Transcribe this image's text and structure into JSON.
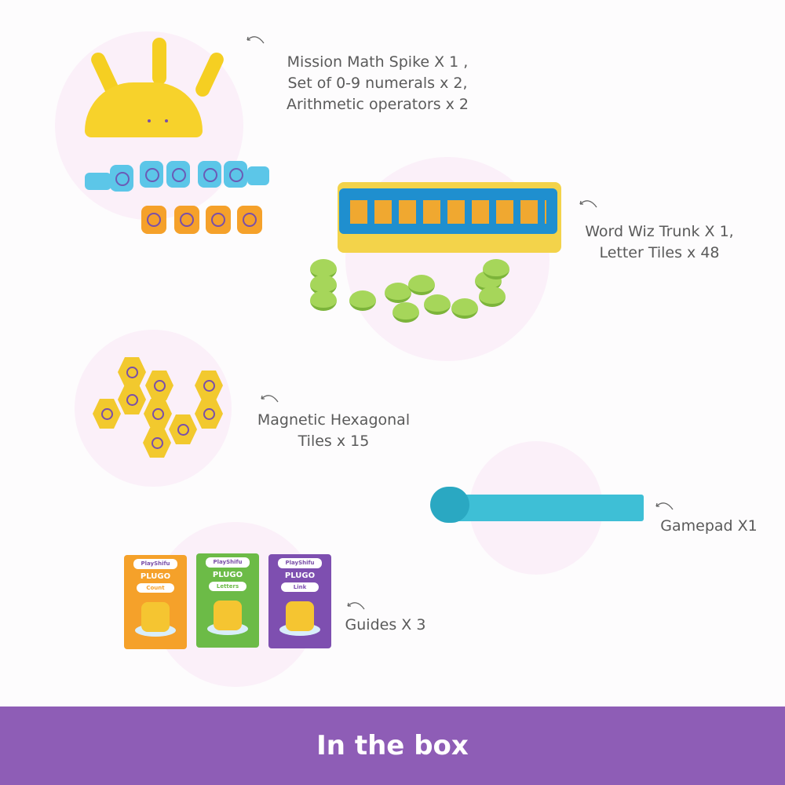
{
  "items": [
    {
      "lines": [
        "Mission Math Spike X 1 ,",
        "Set of 0-9 numerals x 2,",
        "Arithmetic operators x 2"
      ]
    },
    {
      "lines": [
        "Word Wiz Trunk X 1,",
        "Letter Tiles x 48"
      ]
    },
    {
      "lines": [
        "Magnetic Hexagonal",
        "Tiles x 15"
      ]
    },
    {
      "lines": [
        "Gamepad X1"
      ]
    },
    {
      "lines": [
        "Guides X 3"
      ]
    }
  ],
  "guides": [
    {
      "brand": "PlayShifu",
      "title": "PLUGO",
      "subtitle": "Count",
      "color": "#f5a12a"
    },
    {
      "brand": "PlayShifu",
      "title": "PLUGO",
      "subtitle": "Letters",
      "color": "#6cbb47"
    },
    {
      "brand": "PlayShifu",
      "title": "PLUGO",
      "subtitle": "Link",
      "color": "#7e4fb0"
    }
  ],
  "footer": {
    "title": "In the box"
  },
  "colors": {
    "banner": "#8e5db6",
    "circle": "#fbf0f9",
    "text": "#5a5a5a"
  }
}
